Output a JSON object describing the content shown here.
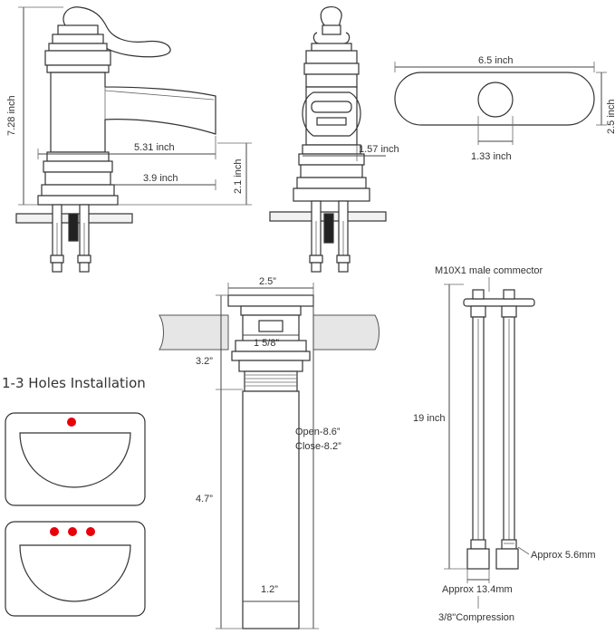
{
  "faucet_front": {
    "height": "7.28 inch",
    "spout_reach": "5.31 inch",
    "base_to_spout": "3.9 inch",
    "spout_height": "2.1 inch"
  },
  "faucet_side": {
    "depth": "1.57 inch"
  },
  "deck_plate": {
    "width": "6.5 inch",
    "height": "2.5 inch",
    "hole": "1.33  inch"
  },
  "drain": {
    "top_diameter": "2.5”",
    "flange_diameter": "1 5/8”",
    "upper_height": "3.2”",
    "open_length": "Open-8.6”",
    "close_length": "Close-8.2”",
    "tail_length": "4.7”",
    "tail_diameter": "1.2”"
  },
  "installation": {
    "title": "1-3 Holes Installation",
    "hole_color": "#e8000b"
  },
  "hoses": {
    "connector": "M10X1 male commector",
    "length": "19 inch",
    "nut_size": "Approx 5.6mm",
    "compression_size": "Approx 13.4mm",
    "compression": "3/8\"Compression"
  }
}
